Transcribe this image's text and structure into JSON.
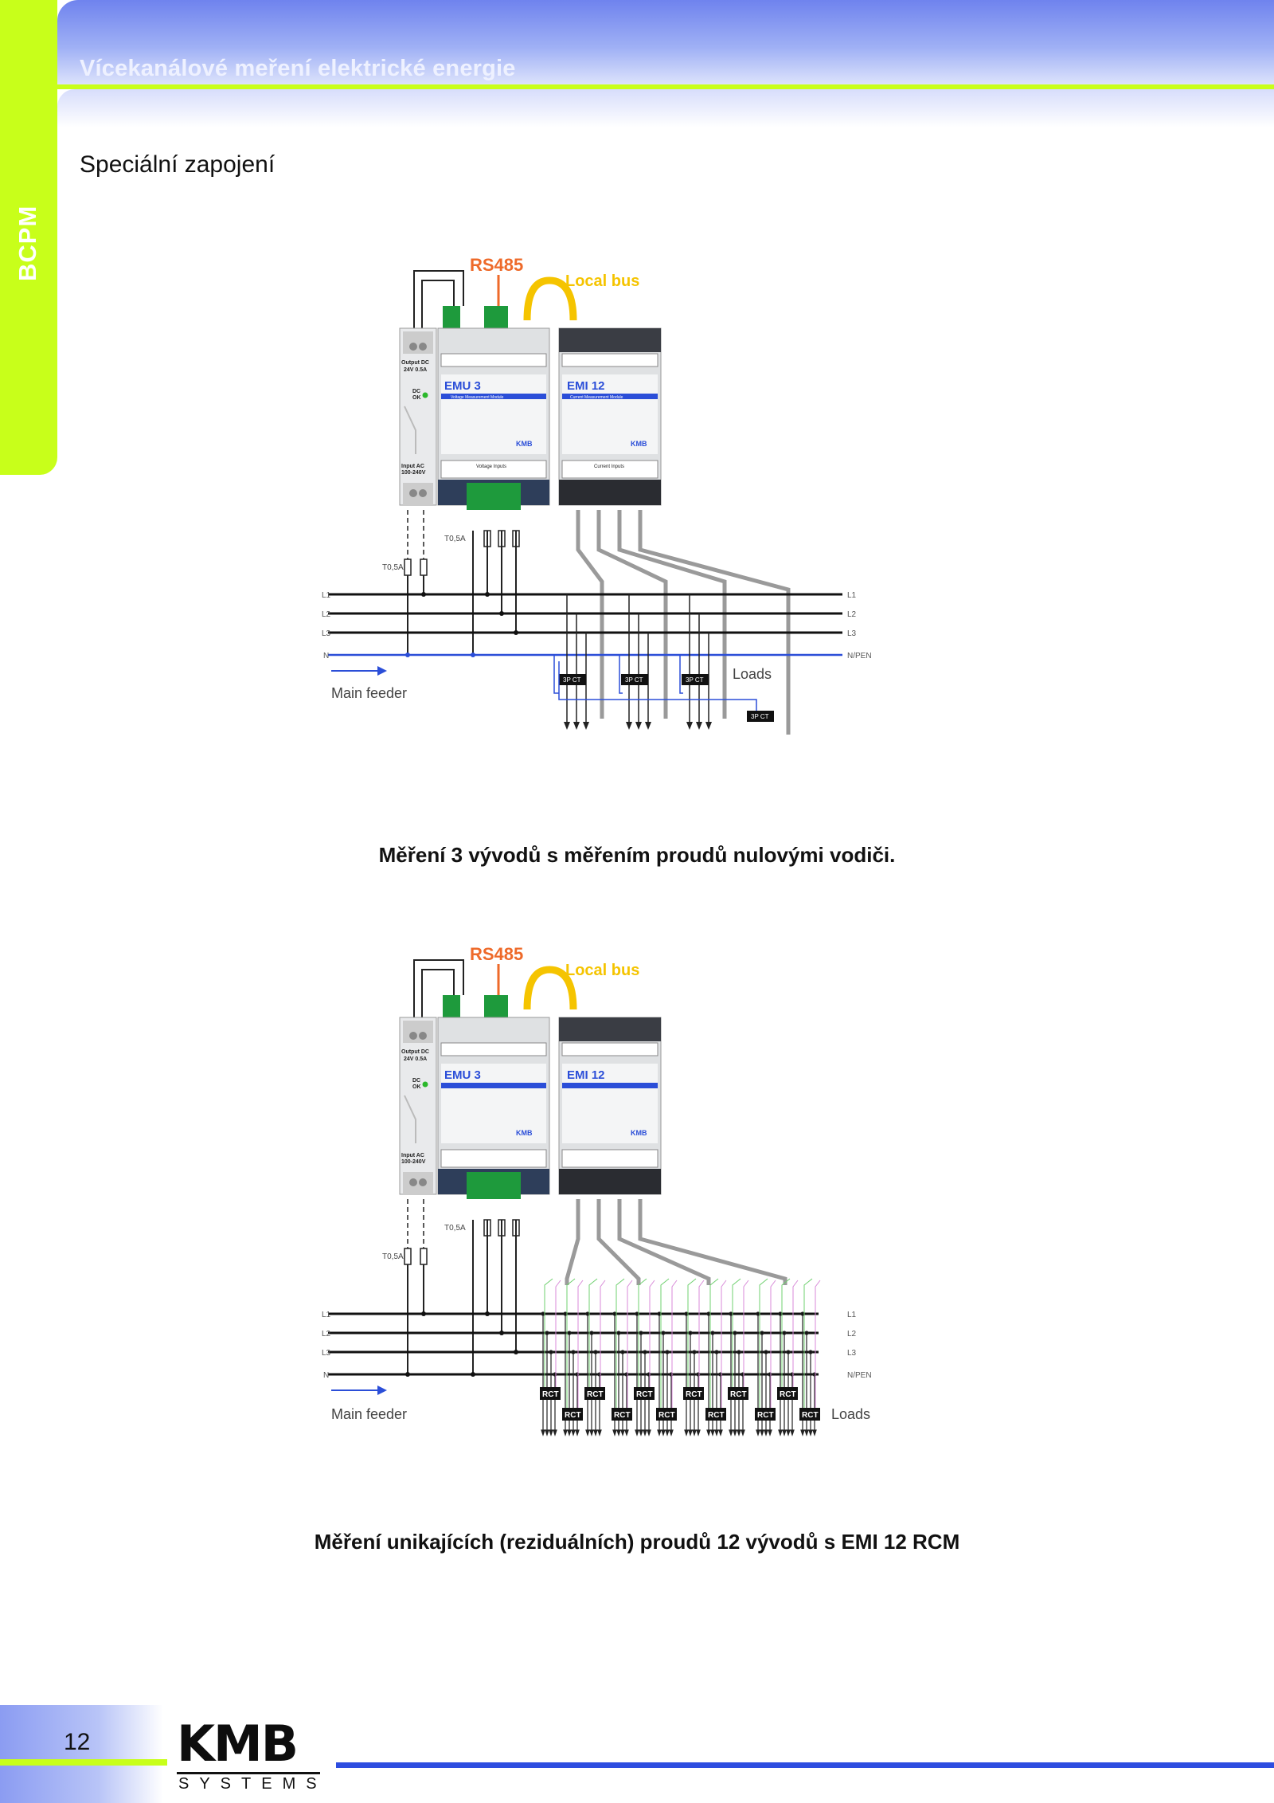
{
  "header": {
    "title": "Vícekanálové meření elektrické energie"
  },
  "sidebar": {
    "label": "BCPM"
  },
  "section": {
    "heading": "Speciální zapojení"
  },
  "diagram1": {
    "rs485": "RS485",
    "local_bus": "Local bus",
    "emu_title": "EMU 3",
    "emu_subtitle": "Voltage Measurement Module",
    "emi_title": "EMI 12",
    "emi_subtitle": "Current Measurement Module",
    "psu_output": "Output DC\n24V 0.5A",
    "psu_dcok": "DC OK",
    "psu_input": "Input AC\n100-240V",
    "voltage_inputs": "Voltage Inputs",
    "current_inputs": "Current Inputs",
    "fuse_top": "T0,5A",
    "fuse_psu": "T0,5A",
    "lines": [
      "L1",
      "L2",
      "L3",
      "N"
    ],
    "lines_right": [
      "L1",
      "L2",
      "L3",
      "N/PEN"
    ],
    "ct_label": "3P CT",
    "loads": "Loads",
    "main_feeder": "Main feeder",
    "caption": "Měření 3 vývodů s měřením proudů nulovými vodiči."
  },
  "diagram2": {
    "rs485": "RS485",
    "local_bus": "Local bus",
    "emu_title": "EMU 3",
    "emi_title": "EMI 12",
    "fuse_top": "T0,5A",
    "fuse_psu": "T0,5A",
    "lines": [
      "L1",
      "L2",
      "L3",
      "N"
    ],
    "lines_right": [
      "L1",
      "L2",
      "L3",
      "N/PEN"
    ],
    "rct_label": "RCT",
    "loads": "Loads",
    "main_feeder": "Main feeder",
    "caption": "Měření unikajících (reziduálních) proudů 12 vývodů s EMI 12 RCM"
  },
  "footer": {
    "page_number": "12",
    "logo_main": "KMB",
    "logo_sub": "SYSTEMS"
  },
  "colors": {
    "accent_green": "#c8ff1a",
    "header_blue": "#6f83ee",
    "footer_blue": "#2d4de0",
    "rs485": "#ee6a2a",
    "local_bus": "#f5c400"
  }
}
